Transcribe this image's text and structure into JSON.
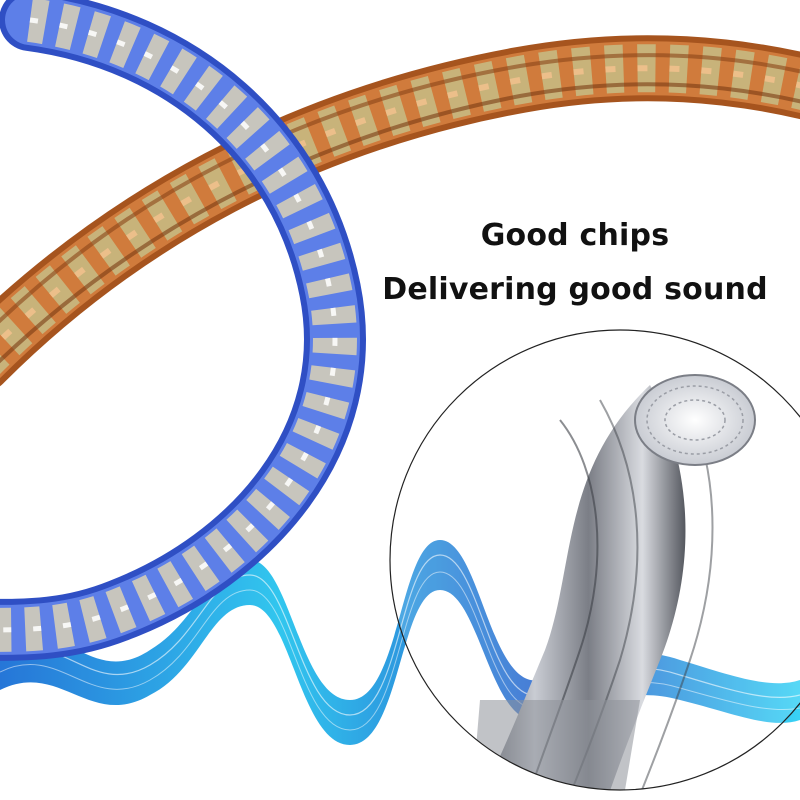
{
  "headline": {
    "line1": "Good chips",
    "line2": "Delivering good sound"
  },
  "palette": {
    "copper": "#c46a2c",
    "gold": "#c8b37a",
    "blue": "#4f6fe0",
    "silver": "#b9bcc4",
    "wave_cyan": "#27c3ee",
    "wave_deep": "#1747b8",
    "wire_gray": "#6d7079"
  },
  "icons": [
    "braided-cable-copper",
    "braided-cable-blue",
    "sound-wave",
    "wire-strands-magnifier"
  ]
}
